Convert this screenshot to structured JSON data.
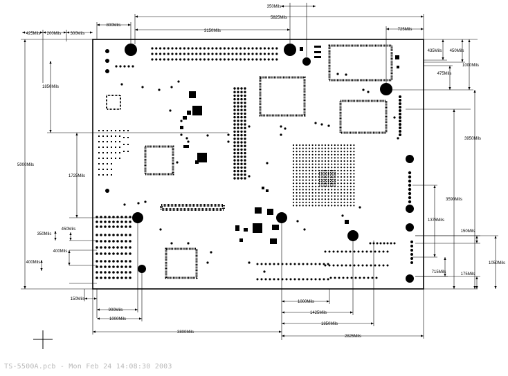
{
  "footer": {
    "caption": "TS-5500A.pcb - Mon Feb 24 14:08:30 2003"
  },
  "dimensions": {
    "top_350": "350Mils",
    "top_5825": "5825Mils",
    "top_3150": "3150Mils",
    "top_800": "800Mils",
    "top_425": "425Mils",
    "top_200": "200Mils",
    "top_300": "300Mils",
    "top_725": "725Mils",
    "left_1850": "1850Mils",
    "left_5000": "5000Mils",
    "left_1725": "1725Mils",
    "left_350": "350Mils",
    "left_450": "450Mils",
    "left_400a": "400Mils",
    "left_400b": "400Mils",
    "bot_150": "150Mils",
    "bot_900": "900Mils",
    "bot_1000a": "1000Mils",
    "bot_3800": "3800Mils",
    "bot_1000b": "1000Mils",
    "bot_1425": "1425Mils",
    "bot_1850": "1850Mils",
    "bot_2825": "2825Mils",
    "right_435": "435Mils",
    "right_450": "450Mils",
    "right_1000": "1000Mils",
    "right_475": "475Mils",
    "right_3950": "3950Mils",
    "right_3590": "3590Mils",
    "right_1376": "1376Mils",
    "right_150": "150Mils",
    "right_1050": "1050Mils",
    "right_715": "715Mils",
    "right_175": "175Mils"
  }
}
